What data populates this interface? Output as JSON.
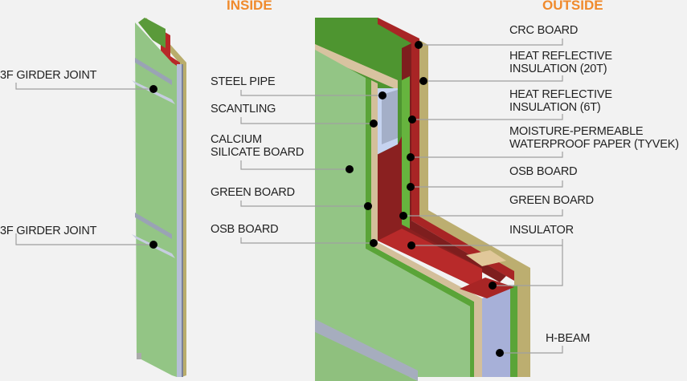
{
  "headings": {
    "inside": "INSIDE",
    "outside": "OUTSIDE"
  },
  "colors": {
    "heading": "#f08a2c",
    "leader": "#a0a0a0",
    "green_board": "#93c585",
    "insulation": "#a82525",
    "h_beam": "#a7b0d8"
  },
  "left_labels": [
    {
      "text": "3F GIRDER JOINT"
    },
    {
      "text": "3F GIRDER JOINT"
    }
  ],
  "inside_labels": [
    {
      "text": "STEEL PIPE"
    },
    {
      "text": "SCANTLING"
    },
    {
      "text": "CALCIUM\nSILICATE BOARD"
    },
    {
      "text": "GREEN BOARD"
    },
    {
      "text": "OSB BOARD"
    }
  ],
  "outside_labels": [
    {
      "text": "CRC BOARD"
    },
    {
      "text": "HEAT REFLECTIVE\nINSULATION (20T)"
    },
    {
      "text": "HEAT REFLECTIVE\nINSULATION (6T)"
    },
    {
      "text": "MOISTURE-PERMEABLE\nWATERPROOF PAPER (TYVEK)"
    },
    {
      "text": "OSB BOARD"
    },
    {
      "text": "GREEN BOARD"
    },
    {
      "text": "INSULATOR"
    },
    {
      "text": "H-BEAM"
    }
  ]
}
